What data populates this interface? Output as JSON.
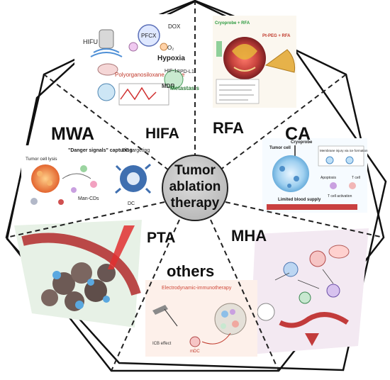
{
  "center": {
    "line1": "Tumor",
    "line2": "ablation",
    "line3": "therapy"
  },
  "segments": {
    "hifa": "HIFA",
    "rfa": "RFA",
    "ca": "CA",
    "mha": "MHA",
    "others": "others",
    "pta": "PTA",
    "mwa": "MWA"
  },
  "panels": {
    "hifa": {
      "hifu": "HIFU",
      "pfcx": "PFCX",
      "dox": "DOX",
      "o2": "O₂",
      "hypoxia": "Hypoxia",
      "surface": "Polyorganosiloxane surface",
      "hif": "HIF-1α",
      "mdr": "MDR",
      "metastasis": "Metastasis",
      "pd": "PD-L1"
    },
    "rfa": {
      "title_left": "Cryoprobe + RFA",
      "title_right": "Pt-PEG + RFA"
    },
    "ca": {
      "tumor_cell": "Tumor cell",
      "cryoprobe": "Cryoprobe",
      "membrane": "Membrane injury via ice formation",
      "limited": "Limited blood supply",
      "apoptosis": "Apoptosis",
      "tcell": "T cell",
      "tactivation": "T cell activation"
    },
    "mwa": {
      "danger": "\"Danger signals\" capturing",
      "dc_targeting": "DC targeting",
      "tumor_lysis": "Tumor cell lysis",
      "mancds": "Man-CDs",
      "dc": "DC"
    },
    "others": {
      "title": "Electrodynamic-immunotherapy",
      "icb": "ICB effect",
      "mdc": "mDC"
    }
  },
  "colors": {
    "outline": "#111111",
    "divider": "#222222",
    "center_fill": "#c8c8c8",
    "rfa_accent": "#e0b23a",
    "mwa_accent": "#e05a2b",
    "pta_accent": "#b22a2a",
    "mha_accent": "#c23b3b",
    "ca_accent": "#6fb3e0",
    "others_title": "#d04a3a"
  }
}
